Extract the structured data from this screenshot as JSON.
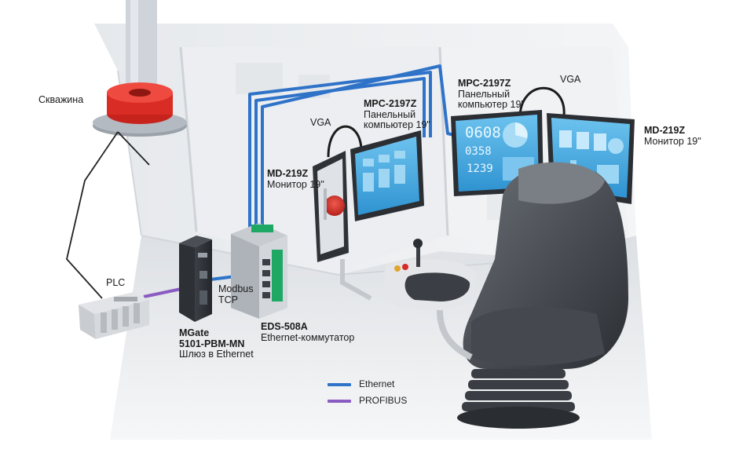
{
  "colors": {
    "ethernet": "#2f73c9",
    "profibus": "#8a5cc2",
    "screen": "#3fa3dc",
    "screen_light": "#8fd0f2",
    "accent_red": "#d62a24",
    "module_green": "#1fa864",
    "plc_purple_link": "#8a5cc2"
  },
  "labels": {
    "wellhead": "Скважина",
    "plc": "PLC",
    "vga_left": "VGA",
    "vga_right": "VGA",
    "mpc_left": {
      "model": "MPC-2197Z",
      "line1": "Панельный",
      "line2": "компьютер 19\""
    },
    "mpc_right": {
      "model": "MPC-2197Z",
      "line1": "Панельный",
      "line2": "компьютер 19\""
    },
    "md_left": {
      "model": "MD-219Z",
      "line1": "Монитор 19\""
    },
    "md_right": {
      "model": "MD-219Z",
      "line1": "Монитор 19\""
    },
    "mgate": {
      "model1": "MGate",
      "model2": "5101-PBM-MN",
      "line1": "Шлюз в Ethernet"
    },
    "modbus": {
      "line1": "Modbus",
      "line2": "TCP"
    },
    "eds": {
      "model": "EDS-508A",
      "line1": "Ethernet-коммутатор"
    }
  },
  "screen_text": {
    "readout1": "0608",
    "readout2": "0358",
    "readout3": "1239"
  },
  "legend": [
    {
      "label": "Ethernet",
      "color": "#2f73c9"
    },
    {
      "label": "PROFIBUS",
      "color": "#8a5cc2"
    }
  ]
}
